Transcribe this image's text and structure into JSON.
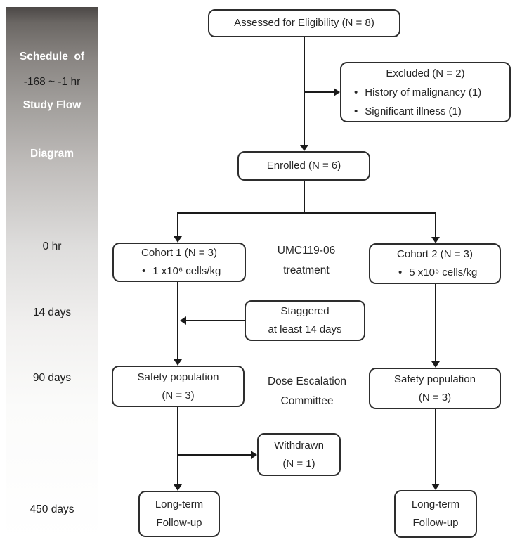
{
  "sidebar": {
    "title_lines": [
      "Schedule  of",
      "Study Flow",
      "Diagram"
    ],
    "timeline": [
      "-168 ~ -1 hr",
      "0 hr",
      "14 days",
      "90 days",
      "450 days"
    ]
  },
  "boxes": {
    "assessed": {
      "title": "Assessed for Eligibility (N = 8)"
    },
    "excluded": {
      "title": "Excluded (N = 2)",
      "items": [
        "History of malignancy (1)",
        "Significant illness (1)"
      ]
    },
    "enrolled": {
      "title": "Enrolled (N = 6)"
    },
    "cohort1": {
      "title": "Cohort 1 (N = 3)",
      "items": [
        "1 x10⁶ cells/kg"
      ]
    },
    "cohort2": {
      "title": "Cohort 2 (N = 3)",
      "items": [
        "5 x10⁶ cells/kg"
      ]
    },
    "staggered": {
      "lines": [
        "Staggered",
        "at least 14 days"
      ]
    },
    "safety1": {
      "lines": [
        "Safety population",
        "(N = 3)"
      ]
    },
    "safety2": {
      "lines": [
        "Safety population",
        "(N = 3)"
      ]
    },
    "withdrawn": {
      "lines": [
        "Withdrawn",
        "(N = 1)"
      ]
    },
    "longterm1": {
      "lines": [
        "Long-term",
        "Follow-up"
      ]
    },
    "longterm2": {
      "lines": [
        "Long-term",
        "Follow-up"
      ]
    }
  },
  "annotations": {
    "treatment": [
      "UMC119-06",
      "treatment"
    ],
    "committee": [
      "Dose Escalation",
      "Committee"
    ]
  },
  "colors": {
    "box_border": "#2d2d2d",
    "box_fill": "#ffffff",
    "connector": "#1a1a1a",
    "sidebar_top": "#4c4846",
    "sidebar_bottom": "#ffffff",
    "sidebar_title_text": "#ffffff",
    "text": "#262626"
  }
}
